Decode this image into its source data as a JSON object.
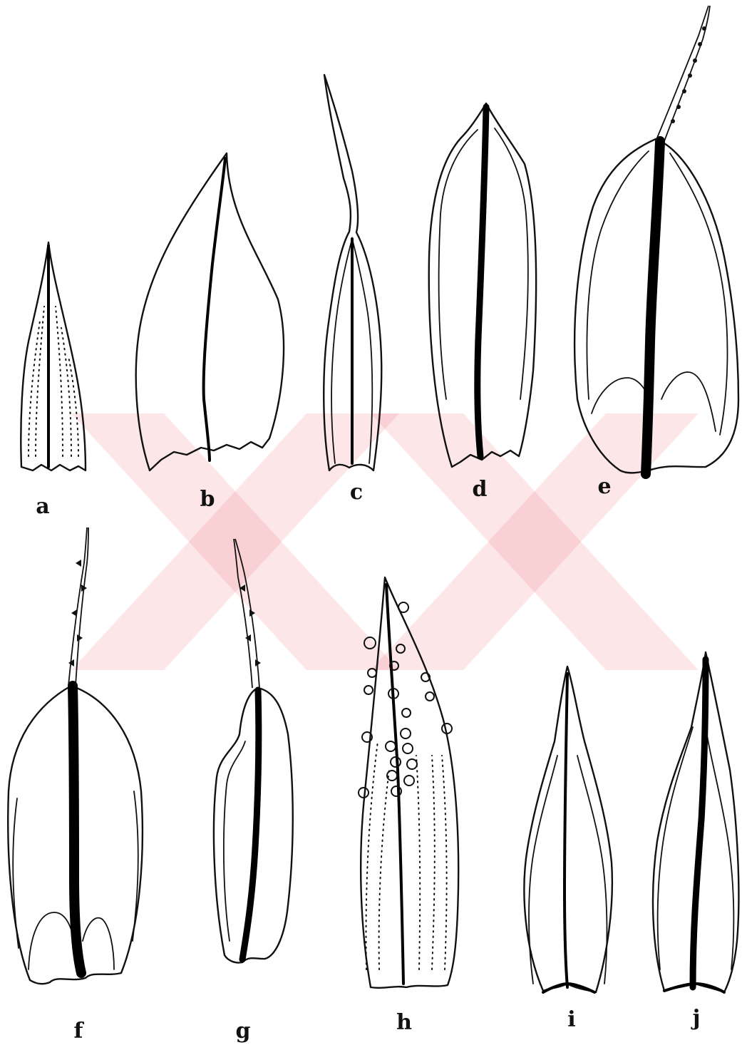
{
  "figure": {
    "panels": [
      {
        "id": "a",
        "label": "a"
      },
      {
        "id": "b",
        "label": "b"
      },
      {
        "id": "c",
        "label": "c"
      },
      {
        "id": "d",
        "label": "d"
      },
      {
        "id": "e",
        "label": "e"
      },
      {
        "id": "f",
        "label": "f"
      },
      {
        "id": "g",
        "label": "g"
      },
      {
        "id": "h",
        "label": "h"
      },
      {
        "id": "i",
        "label": "i"
      },
      {
        "id": "j",
        "label": "j"
      }
    ],
    "colors": {
      "ink": "#111111",
      "watermark": "#e9303f"
    }
  }
}
